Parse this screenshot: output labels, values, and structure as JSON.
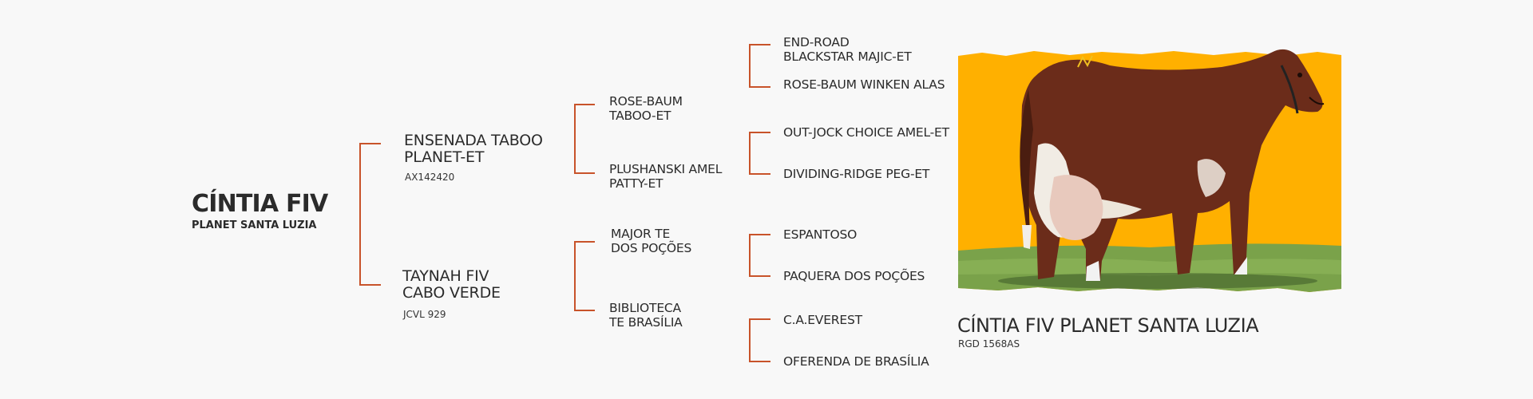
{
  "accent_color": "#c8532a",
  "background_color": "#ffb000",
  "animal": {
    "name": "CÍNTIA FIV",
    "subtitle": "PLANET SANTA LUZIA"
  },
  "parents": {
    "sire": {
      "name": "ENSENADA TABOO\nPLANET-ET",
      "reg": "AX142420"
    },
    "dam": {
      "name": "TAYNAH FIV\nCABO VERDE",
      "reg": "JCVL 929"
    }
  },
  "grandparents": [
    "ROSE-BAUM\nTABOO-ET",
    "PLUSHANSKI AMEL\nPATTY-ET",
    "MAJOR TE\nDOS POÇÕES",
    "BIBLIOTECA\nTE BRASÍLIA"
  ],
  "great_grandparents": [
    "END-ROAD\nBLACKSTAR MAJIC-ET",
    "ROSE-BAUM WINKEN ALAS",
    "OUT-JOCK CHOICE AMEL-ET",
    "DIVIDING-RIDGE PEG-ET",
    "ESPANTOSO",
    "PAQUERA DOS POÇÕES",
    "C.A.EVEREST",
    "OFERENDA DE BRASÍLIA"
  ],
  "photo": {
    "caption_title": "CÍNTIA FIV PLANET SANTA LUZIA",
    "caption_reg": "RGD 1568AS"
  }
}
